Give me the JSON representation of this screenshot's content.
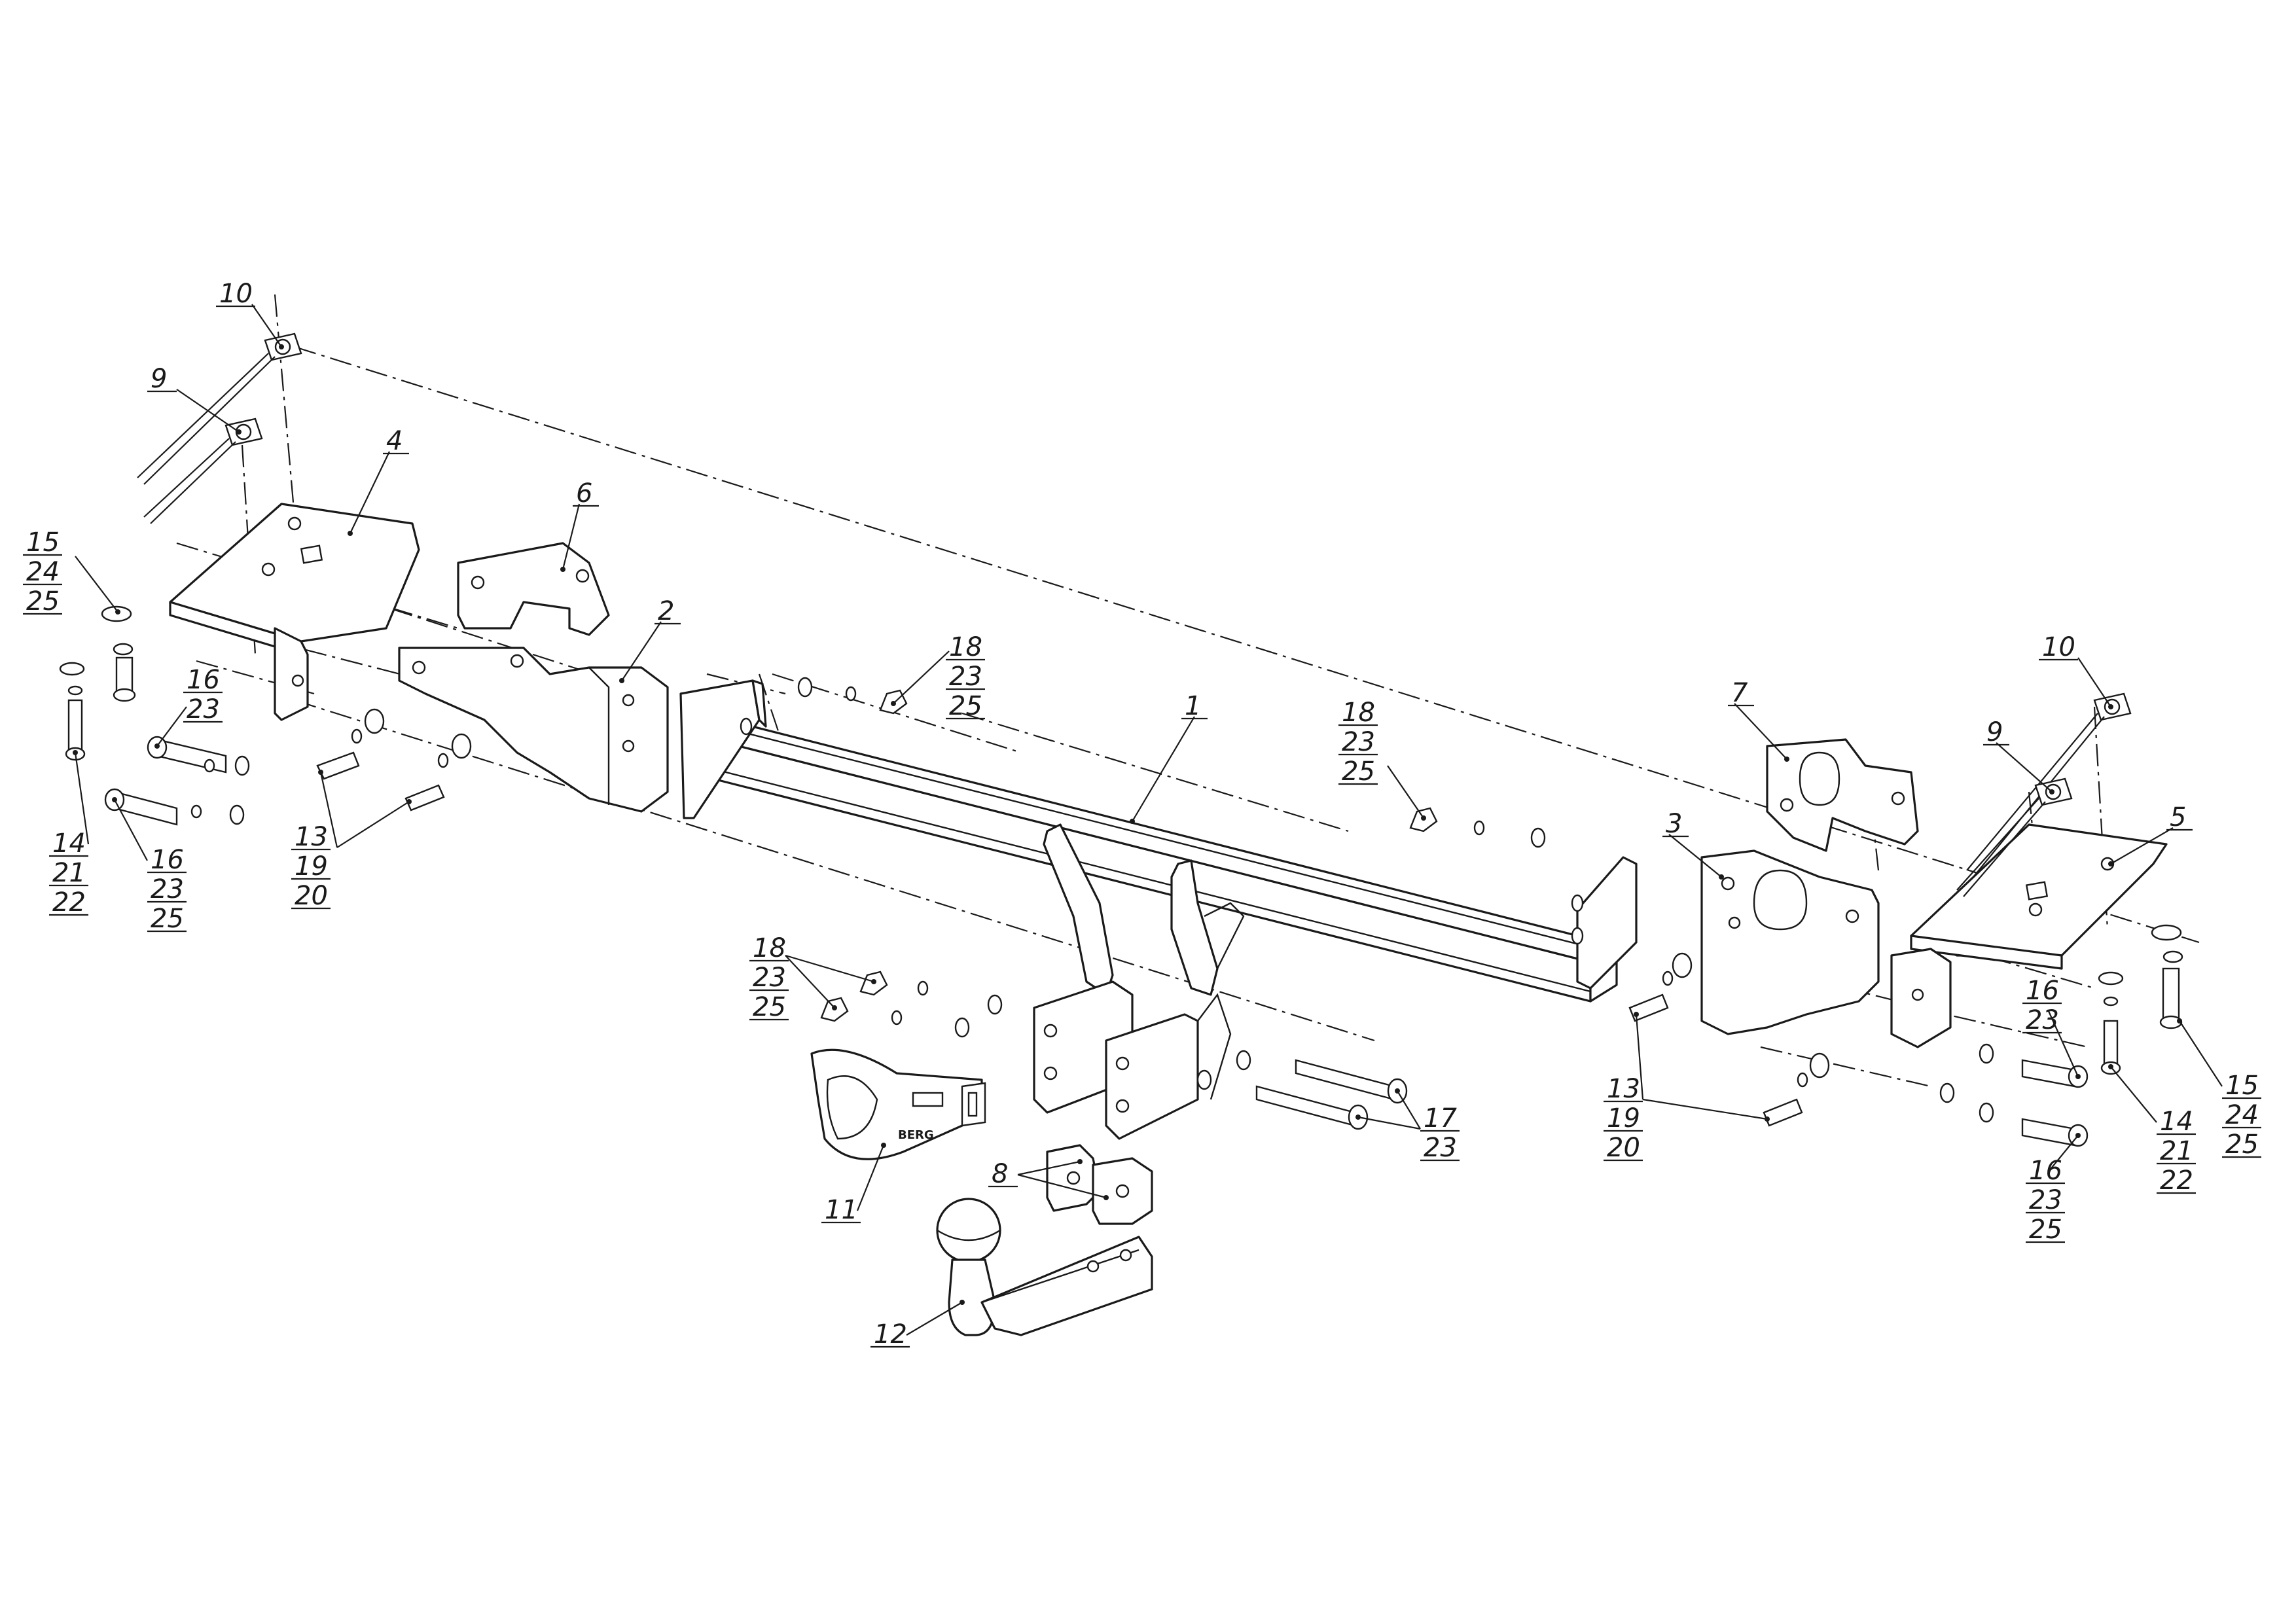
{
  "drawing": {
    "brand_mark": "BERG",
    "callouts": [
      {
        "id": "c1",
        "lines": [
          "1"
        ]
      },
      {
        "id": "c2",
        "lines": [
          "2"
        ]
      },
      {
        "id": "c3",
        "lines": [
          "3"
        ]
      },
      {
        "id": "c4",
        "lines": [
          "4"
        ]
      },
      {
        "id": "c5",
        "lines": [
          "5"
        ]
      },
      {
        "id": "c6",
        "lines": [
          "6"
        ]
      },
      {
        "id": "c7",
        "lines": [
          "7"
        ]
      },
      {
        "id": "c8",
        "lines": [
          "8"
        ]
      },
      {
        "id": "c9L",
        "lines": [
          "9"
        ]
      },
      {
        "id": "c9R",
        "lines": [
          "9"
        ]
      },
      {
        "id": "c10L",
        "lines": [
          "10"
        ]
      },
      {
        "id": "c10R",
        "lines": [
          "10"
        ]
      },
      {
        "id": "c11",
        "lines": [
          "11"
        ]
      },
      {
        "id": "c12",
        "lines": [
          "12"
        ]
      },
      {
        "id": "c13L",
        "lines": [
          "13",
          "19",
          "20"
        ]
      },
      {
        "id": "c13R",
        "lines": [
          "13",
          "19",
          "20"
        ]
      },
      {
        "id": "c14L",
        "lines": [
          "14",
          "21",
          "22"
        ]
      },
      {
        "id": "c14R",
        "lines": [
          "14",
          "21",
          "22"
        ]
      },
      {
        "id": "c15L",
        "lines": [
          "15",
          "24",
          "25"
        ]
      },
      {
        "id": "c15R",
        "lines": [
          "15",
          "24",
          "25"
        ]
      },
      {
        "id": "c16La",
        "lines": [
          "16",
          "23"
        ]
      },
      {
        "id": "c16Lb",
        "lines": [
          "16",
          "23",
          "25"
        ]
      },
      {
        "id": "c16Ra",
        "lines": [
          "16",
          "23"
        ]
      },
      {
        "id": "c16Rb",
        "lines": [
          "16",
          "23",
          "25"
        ]
      },
      {
        "id": "c17",
        "lines": [
          "17",
          "23"
        ]
      },
      {
        "id": "c18a",
        "lines": [
          "18",
          "23",
          "25"
        ]
      },
      {
        "id": "c18b",
        "lines": [
          "18",
          "23",
          "25"
        ]
      },
      {
        "id": "c18c",
        "lines": [
          "18",
          "23",
          "25"
        ]
      }
    ]
  }
}
